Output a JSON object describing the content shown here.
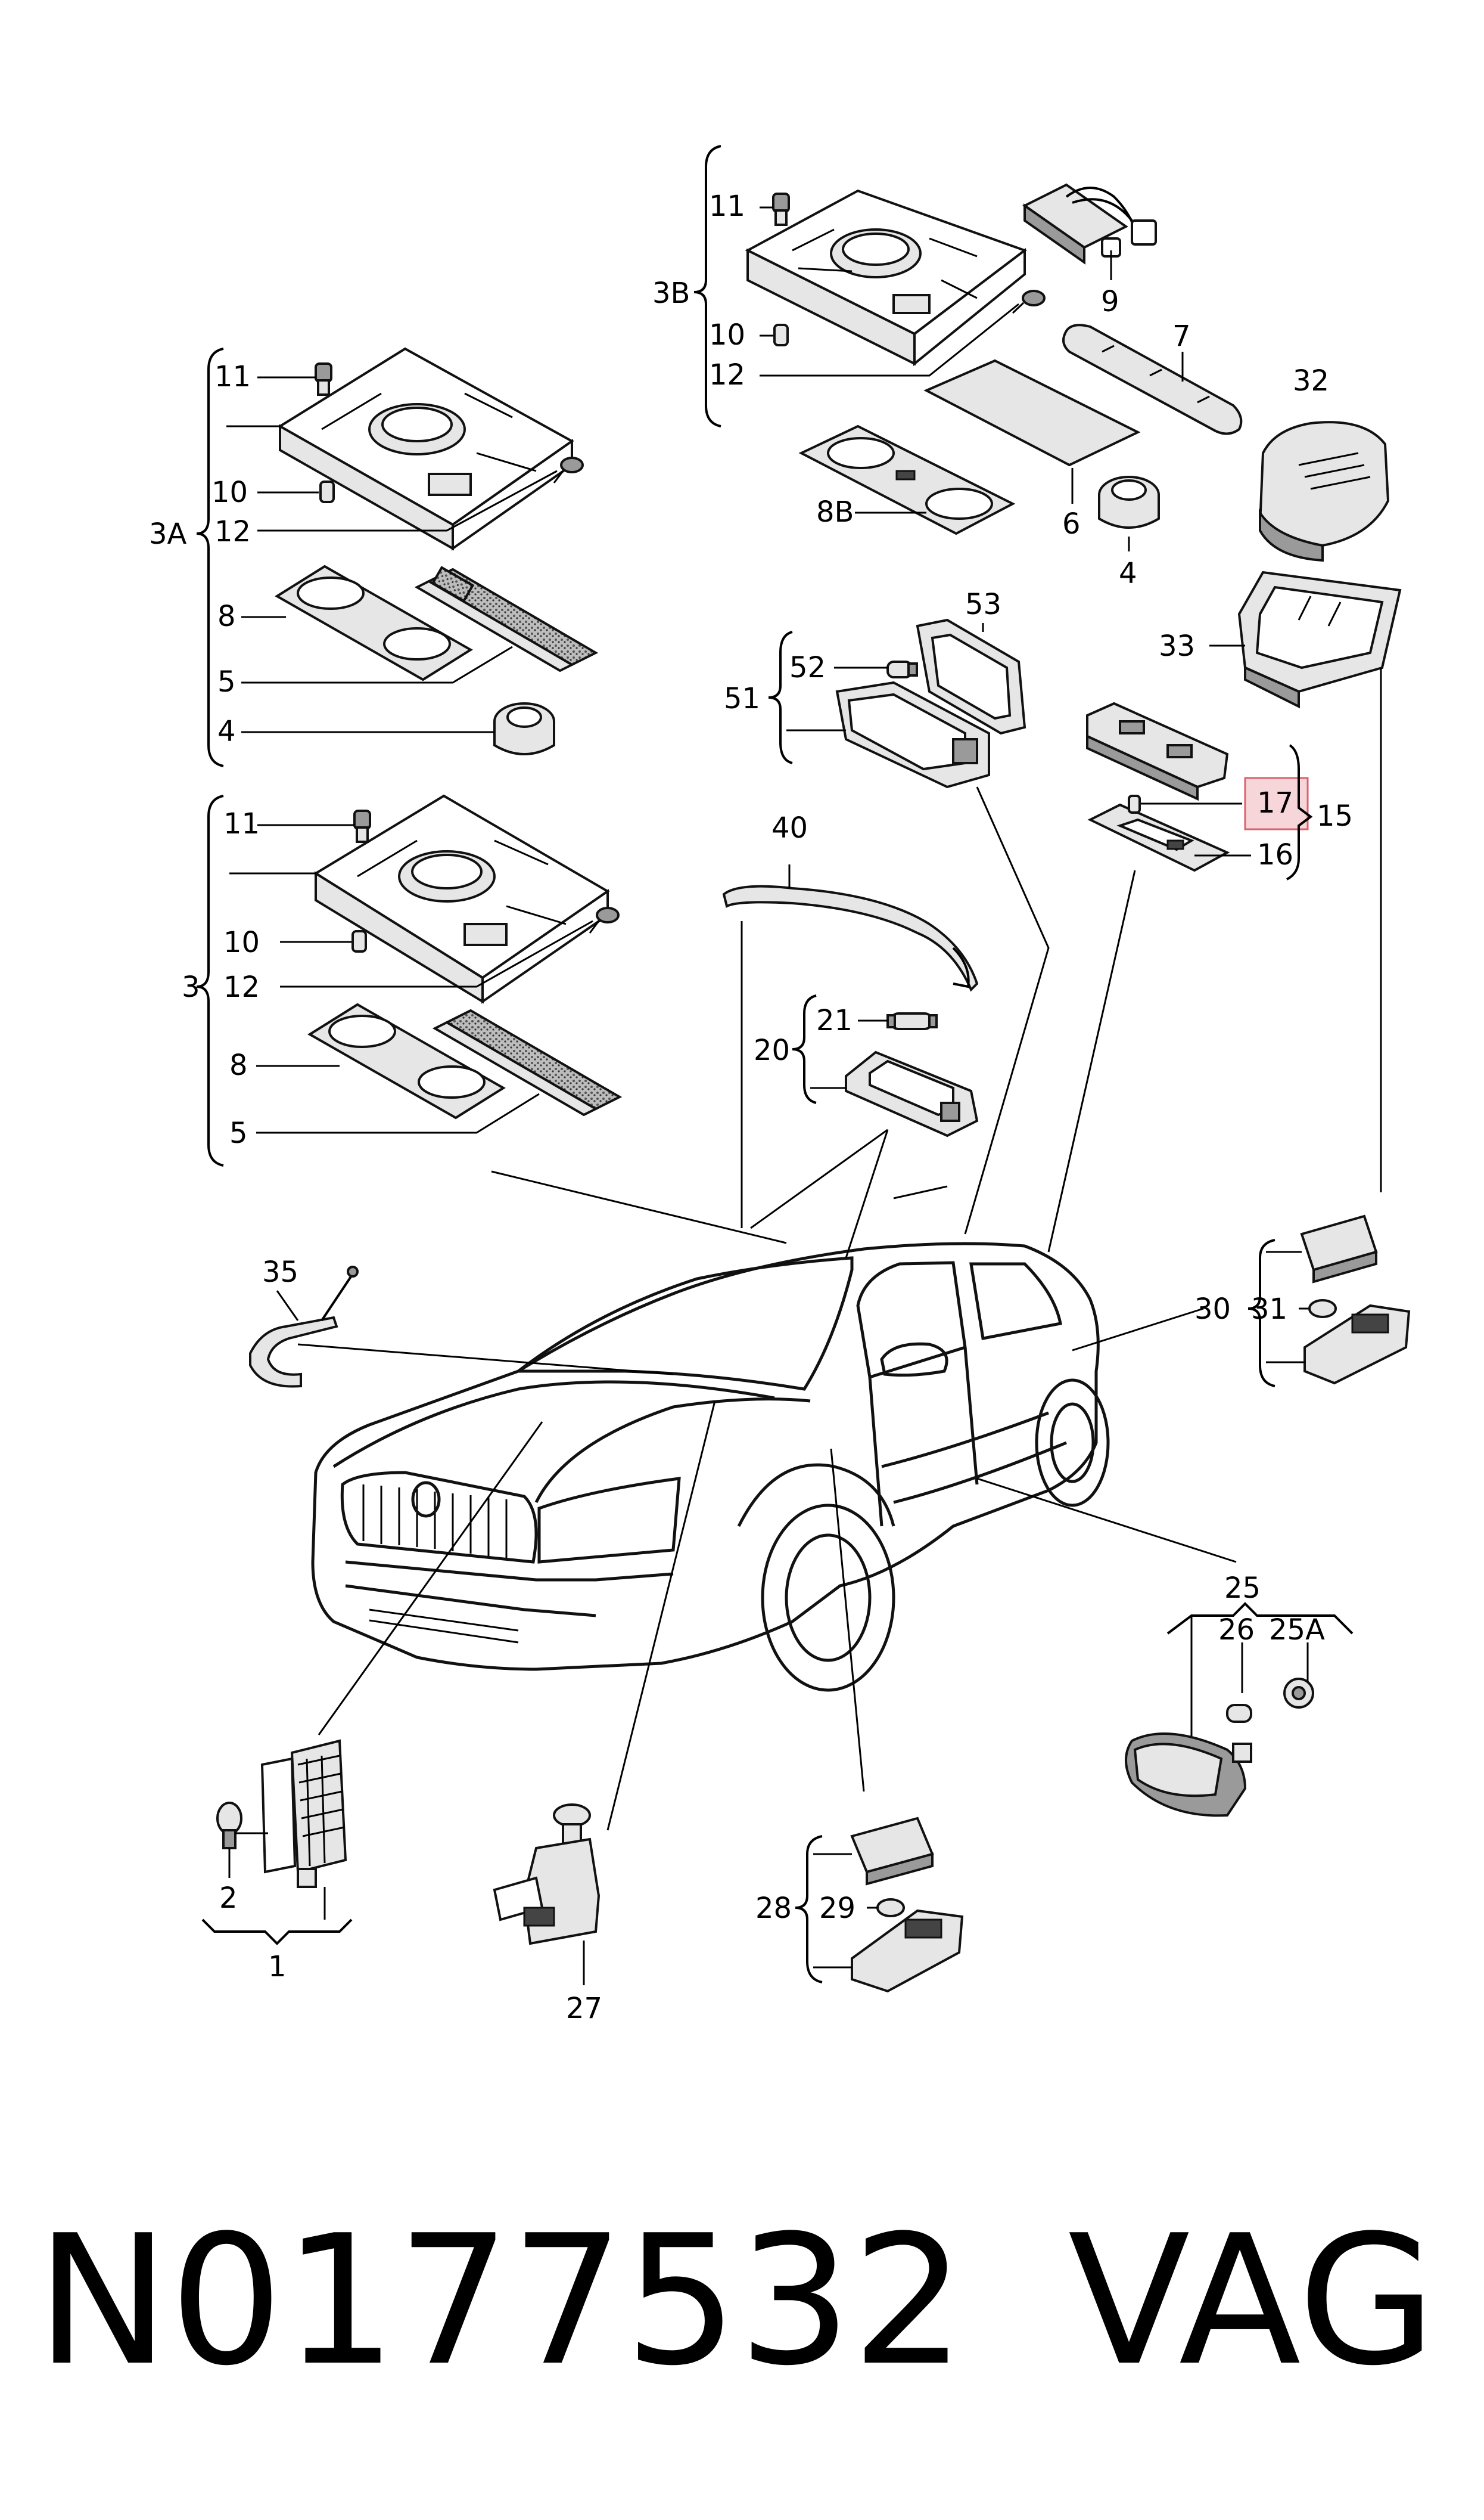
{
  "diagram": {
    "labels": {
      "l3B": "3B",
      "l11b": "11",
      "l10b": "10",
      "l12b": "12",
      "l9": "9",
      "l7": "7",
      "l32": "32",
      "l8B": "8B",
      "l6": "6",
      "l4b": "4",
      "l11a": "11",
      "l10a": "10",
      "l3A": "3A",
      "l12a": "12",
      "l8a": "8",
      "l5a": "5",
      "l4a": "4",
      "l53": "53",
      "l52": "52",
      "l51": "51",
      "l33": "33",
      "l17": "17",
      "l15": "15",
      "l16": "16",
      "l11c": "11",
      "l10c": "10",
      "l3": "3",
      "l12c": "12",
      "l8c": "8",
      "l5c": "5",
      "l40": "40",
      "l21": "21",
      "l20": "20",
      "l35": "35",
      "l30": "30",
      "l31": "31",
      "l25": "25",
      "l26": "26",
      "l25A": "25A",
      "l2": "2",
      "l1": "1",
      "l27": "27",
      "l28": "28",
      "l29": "29"
    },
    "highlighted_label": "17",
    "highlight_color": "#f7d6da"
  },
  "footer": {
    "part_number": "N0177532",
    "brand": "VAG"
  }
}
